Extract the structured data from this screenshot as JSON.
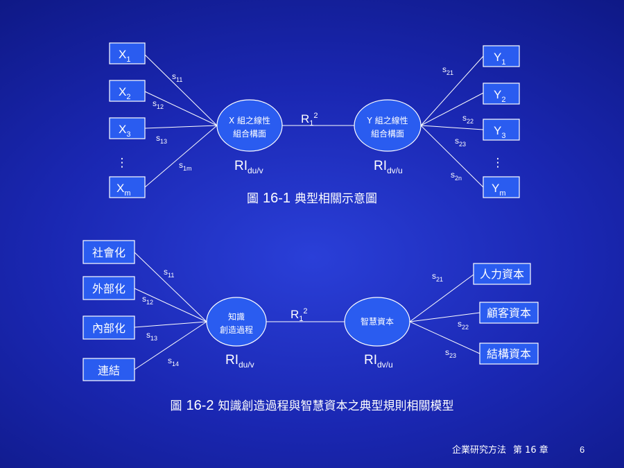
{
  "figure1": {
    "x_boxes": [
      {
        "base": "X",
        "sub": "1"
      },
      {
        "base": "X",
        "sub": "2"
      },
      {
        "base": "X",
        "sub": "3"
      },
      {
        "base": "X",
        "sub": "m"
      }
    ],
    "y_boxes": [
      {
        "base": "Y",
        "sub": "1"
      },
      {
        "base": "Y",
        "sub": "2"
      },
      {
        "base": "Y",
        "sub": "3"
      },
      {
        "base": "Y",
        "sub": "m"
      }
    ],
    "ellipsis": "⋮",
    "left_node": {
      "line1": "X 組之線性",
      "line2": "組合構面"
    },
    "right_node": {
      "line1": "Y 組之線性",
      "line2": "組合構面"
    },
    "left_weights": [
      {
        "base": "s",
        "sub": "11"
      },
      {
        "base": "s",
        "sub": "12"
      },
      {
        "base": "s",
        "sub": "13"
      },
      {
        "base": "s",
        "sub": "1m"
      }
    ],
    "right_weights": [
      {
        "base": "s",
        "sub": "21"
      },
      {
        "base": "s",
        "sub": "22"
      },
      {
        "base": "s",
        "sub": "23"
      },
      {
        "base": "s",
        "sub": "2n"
      }
    ],
    "r_label": {
      "base": "R",
      "sub": "1",
      "sup": "2"
    },
    "ri_left": {
      "base": "RI",
      "sub": "du/v"
    },
    "ri_right": {
      "base": "RI",
      "sub": "dv/u"
    },
    "caption": {
      "prefix": "圖",
      "number": "16-1",
      "text": "典型相關示意圖"
    }
  },
  "figure2": {
    "left_boxes": [
      "社會化",
      "外部化",
      "內部化",
      "連結"
    ],
    "right_boxes": [
      "人力資本",
      "顧客資本",
      "結構資本"
    ],
    "left_node": {
      "line1": "知識",
      "line2": "創造過程"
    },
    "right_node": {
      "line1": "智慧資本"
    },
    "left_weights": [
      {
        "base": "s",
        "sub": "11"
      },
      {
        "base": "s",
        "sub": "12"
      },
      {
        "base": "s",
        "sub": "13"
      },
      {
        "base": "s",
        "sub": "14"
      }
    ],
    "right_weights": [
      {
        "base": "s",
        "sub": "21"
      },
      {
        "base": "s",
        "sub": "22"
      },
      {
        "base": "s",
        "sub": "23"
      }
    ],
    "r_label": {
      "base": "R",
      "sub": "1",
      "sup": "2"
    },
    "ri_left": {
      "base": "RI",
      "sub": "du/v"
    },
    "ri_right": {
      "base": "RI",
      "sub": "dv/u"
    },
    "caption": {
      "prefix": "圖",
      "number": "16-2",
      "text": "知識創造過程與智慧資本之典型規則相關模型"
    }
  },
  "footer": {
    "title": "企業研究方法",
    "chapter": "第 16 章",
    "page": "6"
  }
}
